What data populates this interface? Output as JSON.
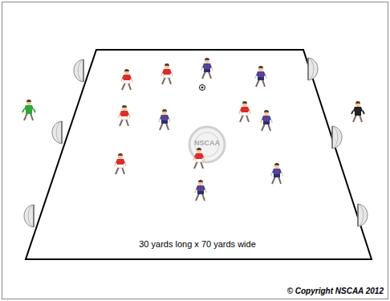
{
  "diagram": {
    "labels": [
      "30 yards long x 70 yards wide",
      "© Copyright NSCAA 2012",
      "NSCAA"
    ]
  }
}
